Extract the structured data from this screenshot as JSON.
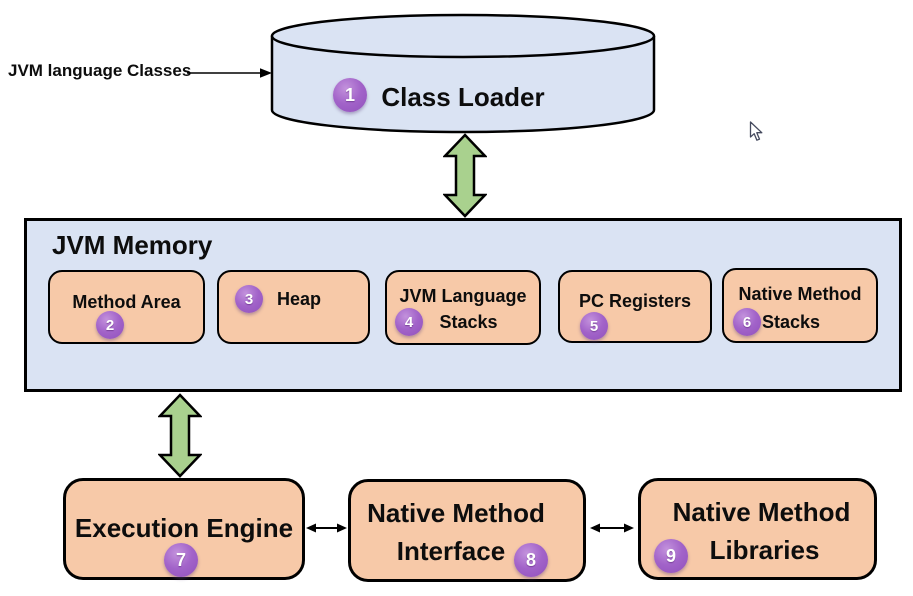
{
  "title_implied": "JVM Architecture Diagram",
  "colors": {
    "container_fill": "#dae3f3",
    "component_fill": "#f7c9a8",
    "green_arrow_fill": "#a9d18e",
    "badge_fill": "#a263c9",
    "outline": "#000000",
    "background": "#ffffff"
  },
  "input_label": {
    "text": "JVM language Classes"
  },
  "class_loader": {
    "badge": "1",
    "label": "Class Loader"
  },
  "jvm_memory": {
    "title": "JVM Memory",
    "method_area": {
      "badge": "2",
      "label": "Method Area"
    },
    "heap": {
      "badge": "3",
      "label": "Heap"
    },
    "jvm_language_stacks": {
      "badge": "4",
      "line1": "JVM Language",
      "line2": "Stacks"
    },
    "pc_registers": {
      "badge": "5",
      "label": "PC Registers"
    },
    "native_method_stacks": {
      "badge": "6",
      "line1": "Native Method",
      "line2": "Stacks"
    }
  },
  "execution_engine": {
    "badge": "7",
    "label": "Execution Engine"
  },
  "native_method_interface": {
    "badge": "8",
    "line1": "Native Method",
    "line2": "Interface"
  },
  "native_method_libraries": {
    "badge": "9",
    "line1": "Native Method",
    "line2": "Libraries"
  }
}
